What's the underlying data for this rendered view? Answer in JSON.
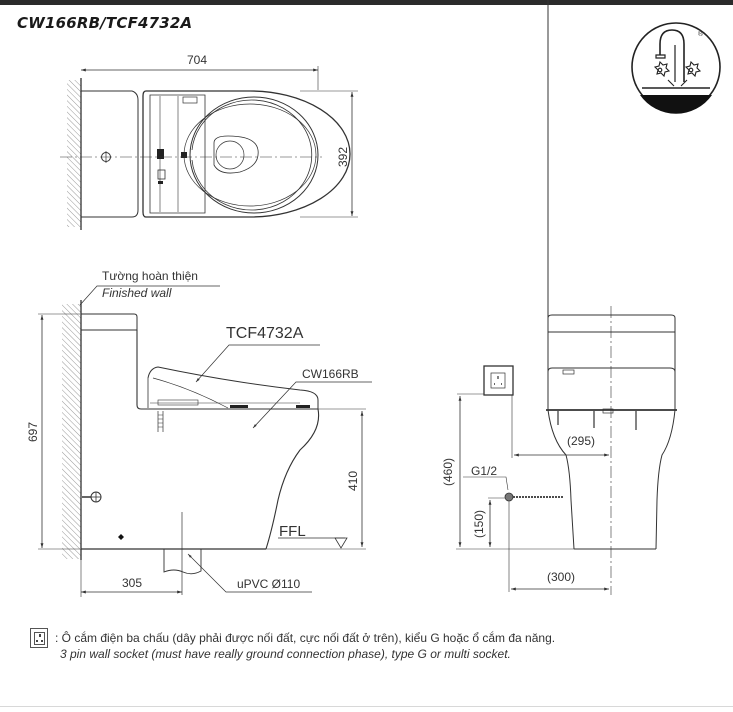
{
  "header": {
    "title": "CW166RB/TCF4732A"
  },
  "logo": {
    "icon": "faucet-water-saving-logo",
    "registered_mark": "®"
  },
  "top_view": {
    "width_dim": "704",
    "depth_dim": "392"
  },
  "side_view": {
    "wall_label_vi": "Tường hoàn thiện",
    "wall_label_en": "Finished wall",
    "seat_model": "TCF4732A",
    "bowl_model": "CW166RB",
    "height_dim": "697",
    "seat_height_dim": "410",
    "floor_label": "FFL",
    "rough_in_dim": "305",
    "drain_label": "uPVC Ø110"
  },
  "front_view": {
    "socket_height_dim": "(460)",
    "socket_offset_dim": "(295)",
    "inlet_label": "G1/2",
    "inlet_height_dim": "(150)",
    "inlet_offset_dim": "(300)"
  },
  "legend": {
    "icon": "wall-socket-icon",
    "text_vi": ": Ô cắm điện ba chấu (dây phải được nối đất, cực nối đất ở trên), kiểu G hoặc ổ cắm đa năng.",
    "text_en": "3 pin wall socket (must have really ground connection phase), type G or multi socket."
  },
  "colors": {
    "line": "#333333",
    "top_bar": "#2b2b2b",
    "hatch": "#888888"
  }
}
